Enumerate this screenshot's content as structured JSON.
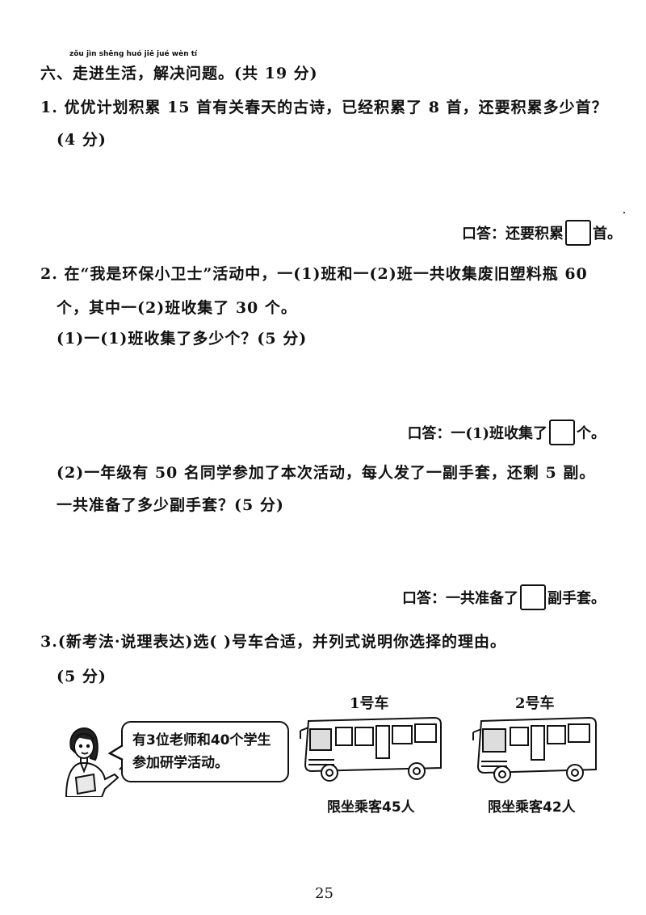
{
  "header": {
    "pinyin": "zǒu jìn shēng huó   jiě jué wèn tí",
    "title": "六、走进生活，解决问题。(共 19 分)"
  },
  "q1": {
    "line1": "1. 优优计划积累 15 首有关春天的古诗，已经积累了 8 首，还要积累多少首？",
    "line2": "(4 分)",
    "answer_prefix": "口答：还要积累",
    "answer_suffix": "首。"
  },
  "q2": {
    "line1": "2. 在“我是环保小卫士”活动中，一(1)班和一(2)班一共收集废旧塑料瓶 60",
    "line2": "个，其中一(2)班收集了 30 个。",
    "sub1": "(1)一(1)班收集了多少个？(5 分)",
    "answer1_prefix": "口答：一(1)班收集了",
    "answer1_suffix": "个。",
    "sub2_line1": "(2)一年级有 50 名同学参加了本次活动，每人发了一副手套，还剩 5 副。",
    "sub2_line2": "一共准备了多少副手套？(5 分)",
    "answer2_prefix": "口答：一共准备了",
    "answer2_suffix": "副手套。"
  },
  "q3": {
    "line1": "3.(新考法·说理表达)选(      )号车合适，并列式说明你选择的理由。",
    "line2": "(5 分)",
    "bubble_line1": "有3位老师和40个学生",
    "bubble_line2": "参加研学活动。",
    "bus1_name": "1号车",
    "bus1_caption": "限坐乘客45人",
    "bus2_name": "2号车",
    "bus2_caption": "限坐乘客42人"
  },
  "footer": {
    "page_number": "25"
  }
}
